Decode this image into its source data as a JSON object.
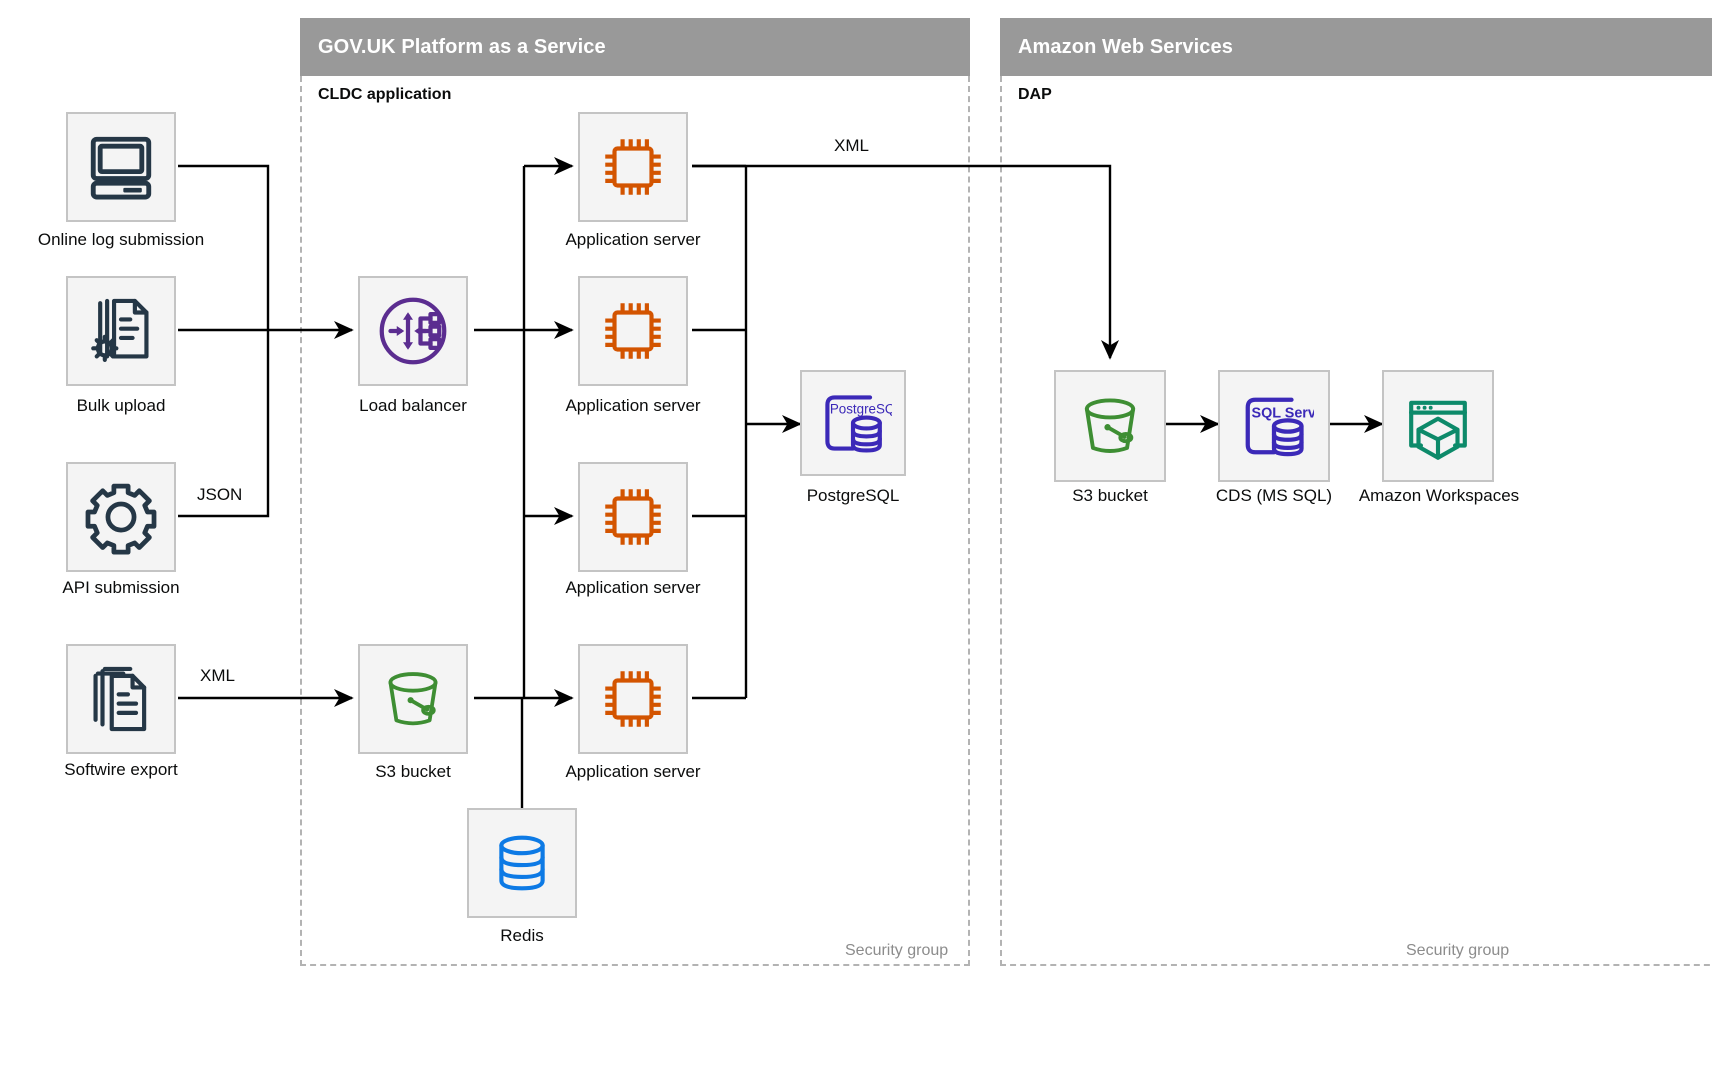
{
  "groups": [
    {
      "id": "paas",
      "title": "GOV.UK Platform as a Service",
      "sublabel": "CLDC application",
      "footnote": "Security group"
    },
    {
      "id": "aws",
      "title": "Amazon Web Services",
      "sublabel": "DAP",
      "footnote": "Security group"
    }
  ],
  "nodes": {
    "online_log": {
      "label": "Online log submission",
      "icon": "desktop-computer-icon"
    },
    "bulk_upload": {
      "label": "Bulk upload",
      "icon": "document-gear-icon"
    },
    "api_submission": {
      "label": "API submission",
      "icon": "gear-icon"
    },
    "softwire_export": {
      "label": "Softwire export",
      "icon": "documents-stack-icon"
    },
    "load_balancer": {
      "label": "Load balancer",
      "icon": "load-balancer-icon"
    },
    "s3_paas": {
      "label": "S3 bucket",
      "icon": "s3-bucket-icon"
    },
    "app_server_1": {
      "label": "Application server",
      "icon": "cpu-chip-icon"
    },
    "app_server_2": {
      "label": "Application server",
      "icon": "cpu-chip-icon"
    },
    "app_server_3": {
      "label": "Application server",
      "icon": "cpu-chip-icon"
    },
    "app_server_4": {
      "label": "Application server",
      "icon": "cpu-chip-icon"
    },
    "postgresql": {
      "label": "PostgreSQL",
      "icon": "postgresql-icon",
      "icon_text": "PostgreSQL"
    },
    "redis": {
      "label": "Redis",
      "icon": "redis-database-icon"
    },
    "s3_aws": {
      "label": "S3 bucket",
      "icon": "s3-bucket-icon"
    },
    "cds": {
      "label": "CDS (MS SQL)",
      "icon": "sql-server-icon",
      "icon_text": "SQL Server"
    },
    "workspaces": {
      "label": "Amazon Workspaces",
      "icon": "amazon-workspaces-icon"
    }
  },
  "edge_labels": {
    "json": "JSON",
    "xml_softwire": "XML",
    "xml_dap": "XML"
  },
  "colors": {
    "banner": "#999999",
    "tile_fill": "#f4f4f4",
    "tile_border": "#c4c4c4",
    "dashed_border": "#b3b3b3",
    "text": "#0b0c0c",
    "muted_text": "#8c8c8c",
    "icon_dark": "#253746",
    "icon_purple": "#5b2d90",
    "icon_orange": "#d35400",
    "icon_green": "#3e8e33",
    "icon_blue": "#0d7ae5",
    "icon_indigo": "#3b29b8",
    "icon_teal": "#0d8a6a"
  }
}
